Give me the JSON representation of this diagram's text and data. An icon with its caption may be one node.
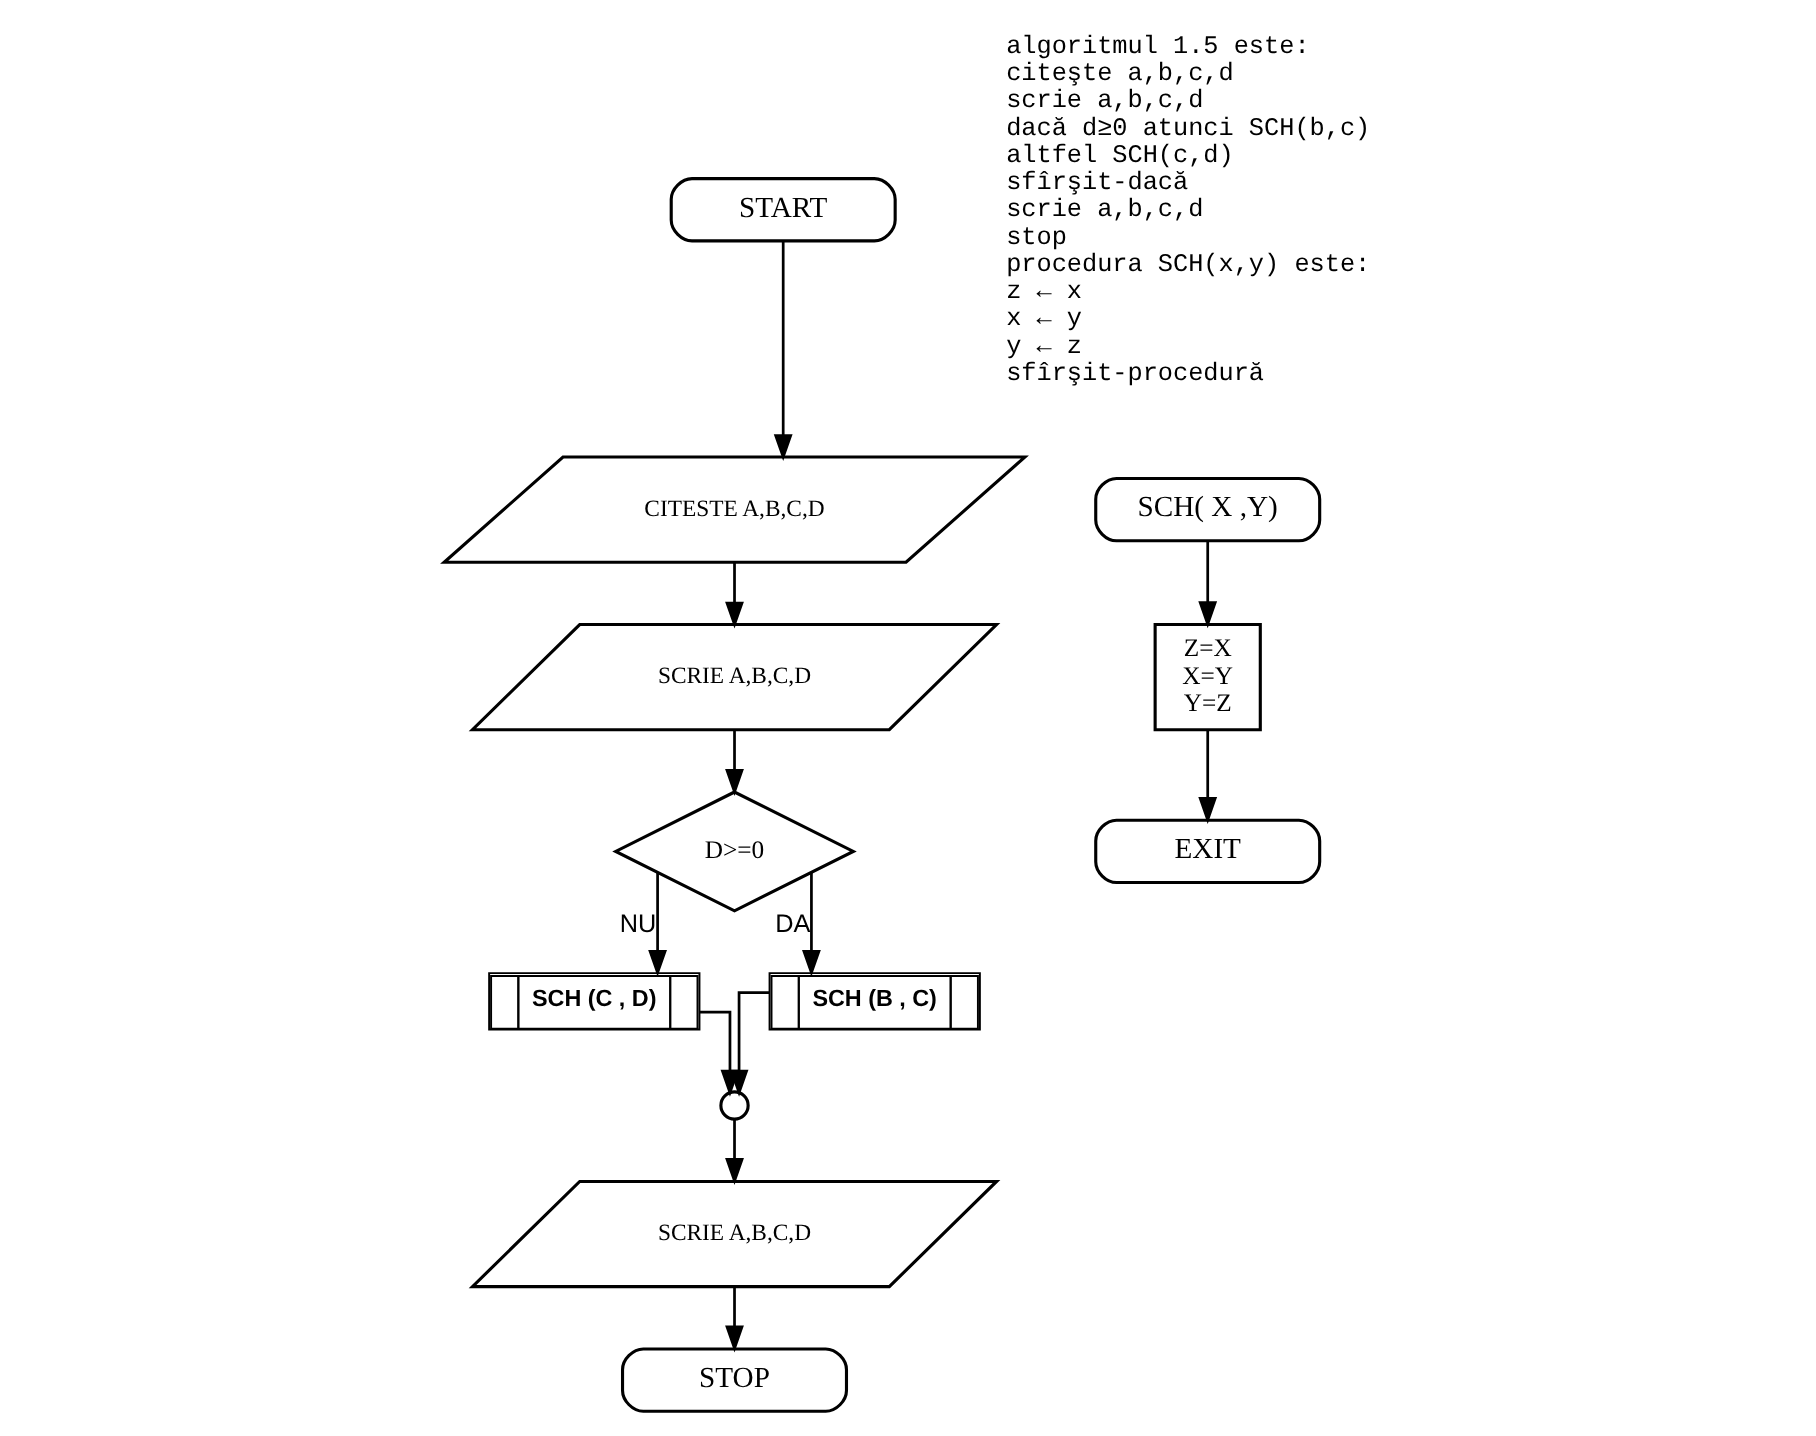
{
  "diagram": {
    "nodes": [
      {
        "text": [
          "START"
        ]
      },
      {
        "text": [
          "CITESTE A,B,C,D"
        ]
      },
      {
        "text": [
          "SCRIE A,B,C,D"
        ]
      },
      {
        "text": [
          "D>=0"
        ]
      },
      {
        "text": [
          "SCH (C , D)"
        ]
      },
      {
        "text": [
          "SCH (B , C)"
        ]
      },
      {
        "text": [],
        "shape": "circle"
      },
      {
        "text": [
          "SCRIE A,B,C,D"
        ]
      },
      {
        "text": [
          "STOP"
        ]
      },
      {
        "text": [
          "SCH( X ,Y)"
        ]
      },
      {
        "text": [
          "Z=X",
          "X=Y",
          "Y=Z"
        ]
      },
      {
        "text": [
          "EXIT"
        ]
      }
    ],
    "edges": [
      {
        "from": 0,
        "to": 1,
        "arrow": "to"
      },
      {
        "from": 1,
        "to": 2,
        "arrow": "to"
      },
      {
        "from": 2,
        "to": 3,
        "arrow": "to"
      },
      {
        "from": 3,
        "to": 4,
        "arrow": "to",
        "label": "NU"
      },
      {
        "from": 3,
        "to": 5,
        "arrow": "to",
        "label": "DA"
      },
      {
        "from": 4,
        "to": 6,
        "arrow": "to"
      },
      {
        "from": 5,
        "to": 6,
        "arrow": "to"
      },
      {
        "from": 6,
        "to": 7,
        "arrow": "to"
      },
      {
        "from": 7,
        "to": 8,
        "arrow": "to"
      },
      {
        "from": 9,
        "to": 10,
        "arrow": "to"
      },
      {
        "from": 10,
        "to": 11,
        "arrow": "to"
      }
    ],
    "labels": [
      "algoritmul 1.5 este:",
      "citeşte a,b,c,d",
      "scrie a,b,c,d",
      "dacă d≥0 atunci SCH(b,c)",
      "altfel SCH(c,d)",
      "sfîrşit-dacă",
      "scrie a,b,c,d",
      "stop",
      "procedura SCH(x,y) este:",
      "z ← x",
      "x ← y",
      "y ← z",
      "sfîrşit-procedură"
    ]
  }
}
